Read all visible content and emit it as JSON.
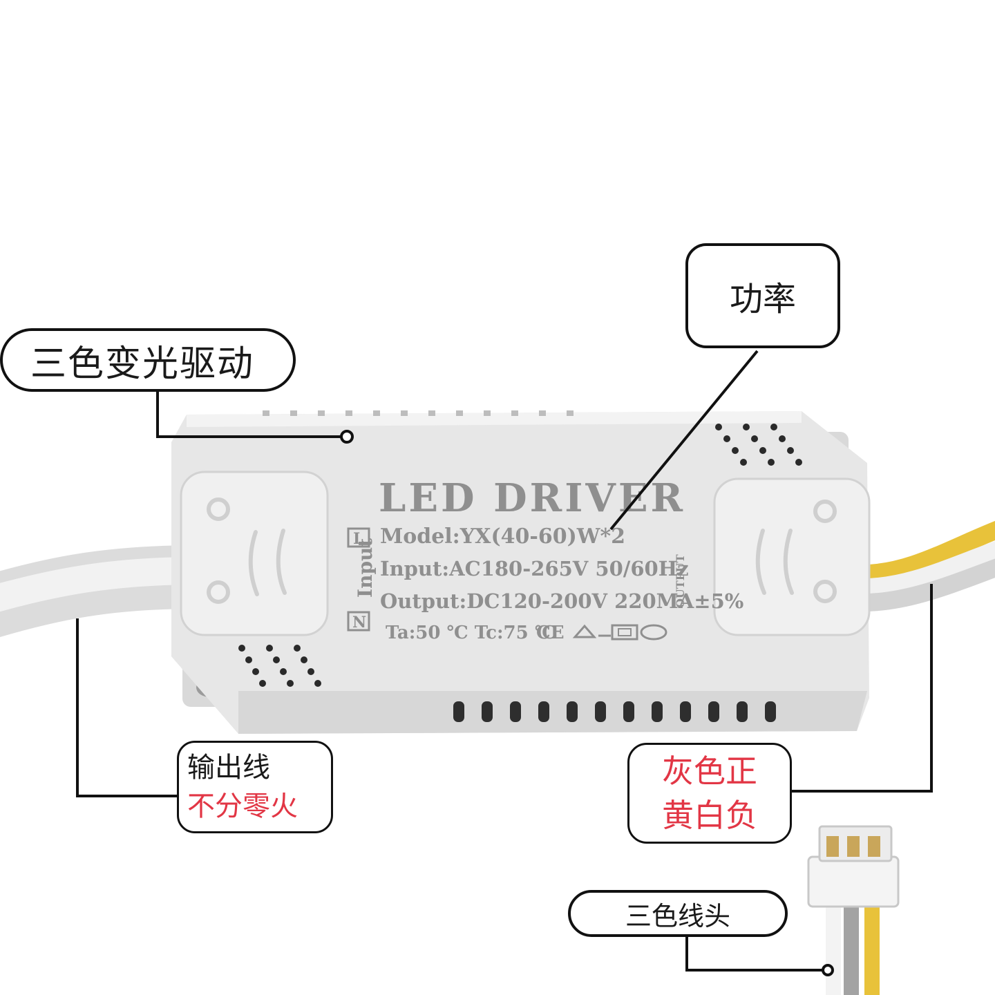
{
  "callouts": {
    "driver": "三色变光驱动",
    "power": "功率",
    "output_line1": "输出线",
    "output_line2": "不分零火",
    "polarity_line1": "灰色正",
    "polarity_line2": "黄白负",
    "connector": "三色线头"
  },
  "label": {
    "brand": "LED DRIVER",
    "model": "Model:YX(40-60)W*2",
    "input": "Input:AC180-265V 50/60Hz",
    "output": "Output:DC120-200V 220MA±5%",
    "temps": "Ta:50 ℃ Tc:75 ℃",
    "side_input": "Input",
    "side_output": "OUTPUT",
    "mark_l": "L",
    "mark_n": "N",
    "ce": "CE"
  },
  "colors": {
    "accent_red": "#e23645",
    "case": "#e4e4e4",
    "wire_yellow": "#e8c23a",
    "wire_gray": "#9a9a9a"
  }
}
